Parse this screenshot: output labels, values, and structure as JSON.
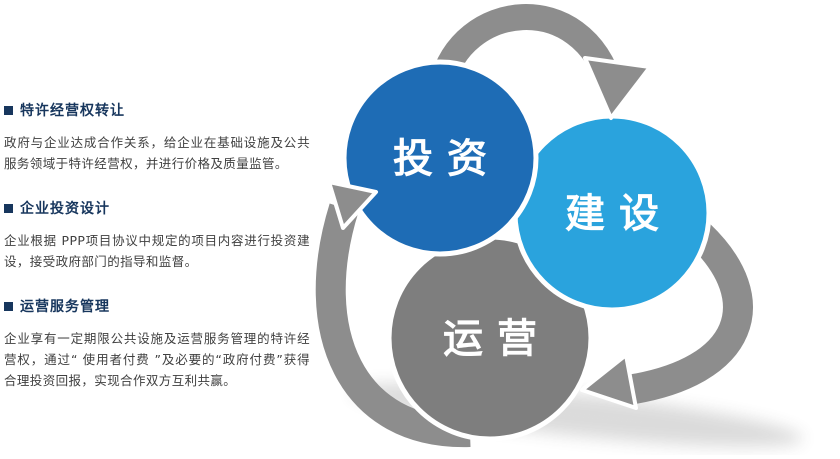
{
  "sections": [
    {
      "heading": "特许经营权转让",
      "body": "政府与企业达成合作关系，给企业在基础设施及公共服务领域于特许经营权，并进行价格及质量监管。"
    },
    {
      "heading": "企业投资设计",
      "body": "企业根据 PPP项目协议中规定的项目内容进行投资建设，接受政府部门的指导和监督。"
    },
    {
      "heading": "运营服务管理",
      "body": "企业享有一定期限公共设施及运营服务管理的特许经营权，通过“ 使用者付费 ”及必要的“政府付费”获得合理投资回报，实现合作双方互利共赢。"
    }
  ],
  "diagram": {
    "nodes": [
      {
        "id": "investment",
        "label": "投 资",
        "color": "#1e6cb5"
      },
      {
        "id": "construction",
        "label": "建 设",
        "color": "#2aa3dd"
      },
      {
        "id": "operation",
        "label": "运 营",
        "color": "#7e7e7e"
      }
    ],
    "arrow_color": "#8d8d8d"
  },
  "colors": {
    "heading": "#17365d",
    "body_text": "#404040",
    "bullet": "#17365d",
    "background": "#ffffff"
  }
}
